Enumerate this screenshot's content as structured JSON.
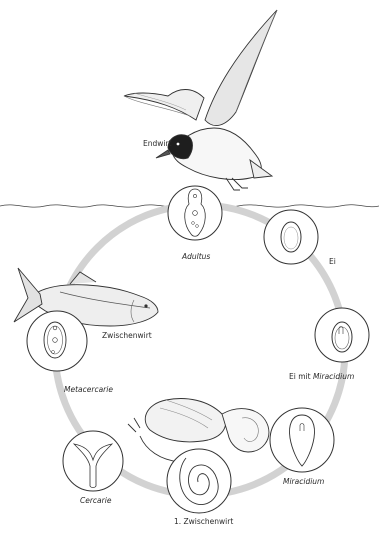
{
  "labels": {
    "endwirt": "Endwirt",
    "adultus": "Adultus",
    "ei": "Ei",
    "ei_mit": "Ei mit",
    "miracidium_word": "Miracidium",
    "miracidium": "Miracidium",
    "zwischenwirt_1": "1. Zwischenwirt",
    "cercarie": "Cercarie",
    "metacercarie": "Metacercarie",
    "zwischenwirt": "Zwischenwirt"
  }
}
